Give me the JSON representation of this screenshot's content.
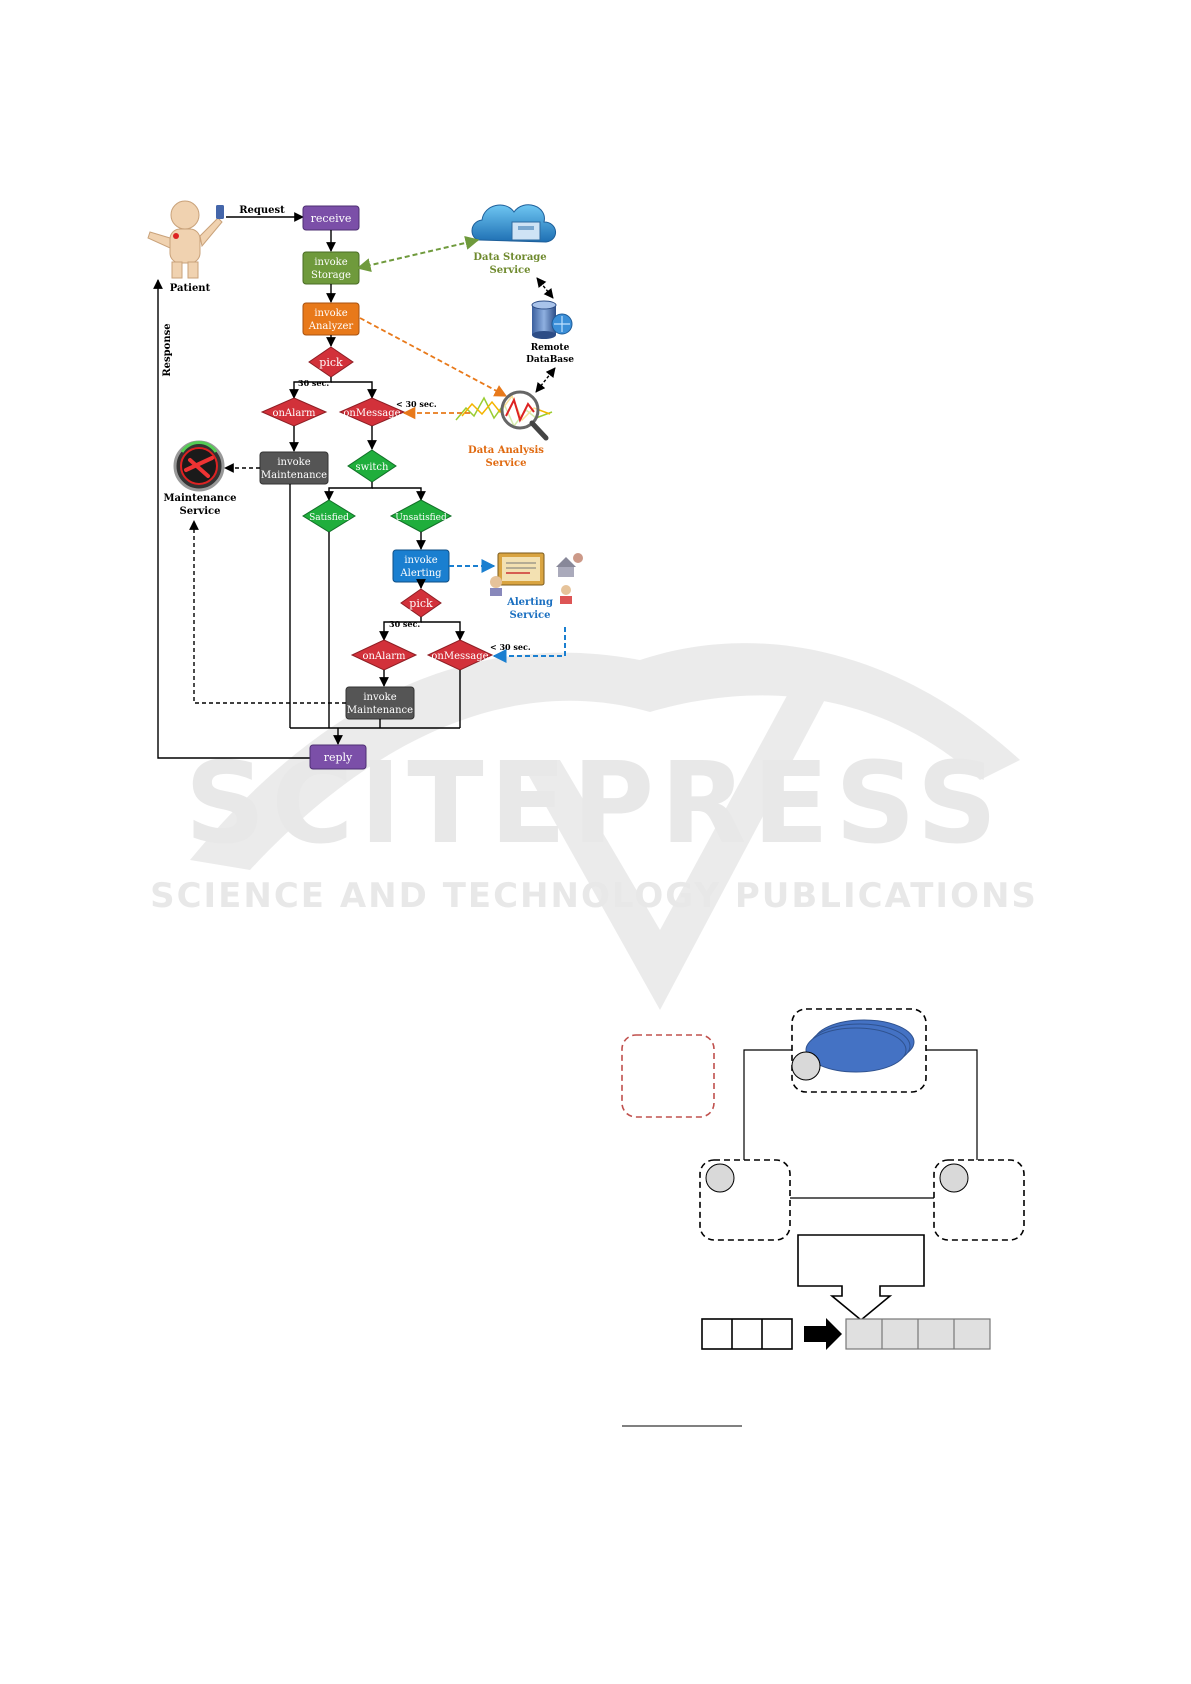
{
  "watermark": {
    "brand": "SCITEPRESS",
    "tagline": "SCIENCE AND TECHNOLOGY PUBLICATIONS"
  },
  "flow": {
    "actor": "Patient",
    "request_label": "Request",
    "response_label": "Response",
    "receive": "receive",
    "invoke_storage": [
      "invoke",
      "Storage"
    ],
    "invoke_analyzer": [
      "invoke",
      "Analyzer"
    ],
    "pick_1": "pick",
    "pick_2": "pick",
    "timeout_1": "30 sec.",
    "timeout_2": "30 sec.",
    "within_1": "< 30 sec.",
    "within_2": "< 30 sec.",
    "on_alarm_1": "onAlarm",
    "on_message_1": "onMessage",
    "on_alarm_2": "onAlarm",
    "on_message_2": "onMessage",
    "invoke_maintenance_1": [
      "invoke",
      "Maintenance"
    ],
    "invoke_maintenance_2": [
      "invoke",
      "Maintenance"
    ],
    "switch": "switch",
    "satisfied": "Satisfied",
    "unsatisfied": "Unsatisfied",
    "invoke_alerting": [
      "invoke",
      "Alerting"
    ],
    "reply": "reply"
  },
  "services": {
    "data_storage": [
      "Data Storage",
      "Service"
    ],
    "remote_db": [
      "Remote",
      "DataBase"
    ],
    "data_analysis": [
      "Data Analysis",
      "Service"
    ],
    "maintenance": [
      "Maintenance",
      "Service"
    ],
    "alerting": [
      "Alerting",
      "Service"
    ]
  },
  "colors": {
    "receive": "#7b4fa8",
    "storage": "#6f9a3c",
    "analyzer": "#e8791a",
    "pick": "#d2313a",
    "switch": "#1fae3c",
    "alerting": "#1a7fd0",
    "maintenance": "#555555",
    "storage_text": "#6f8a2e",
    "analysis_text": "#e06a10",
    "alerting_text": "#1a6fc0"
  }
}
